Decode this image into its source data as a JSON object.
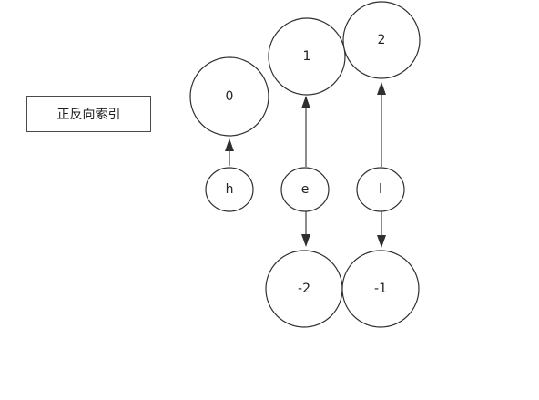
{
  "label": "正反向索引",
  "nodes": {
    "char_h": "h",
    "char_e": "e",
    "char_l": "l",
    "pos_0": "0",
    "pos_1": "1",
    "pos_2": "2",
    "neg_2": "-2",
    "neg_1": "-1"
  }
}
